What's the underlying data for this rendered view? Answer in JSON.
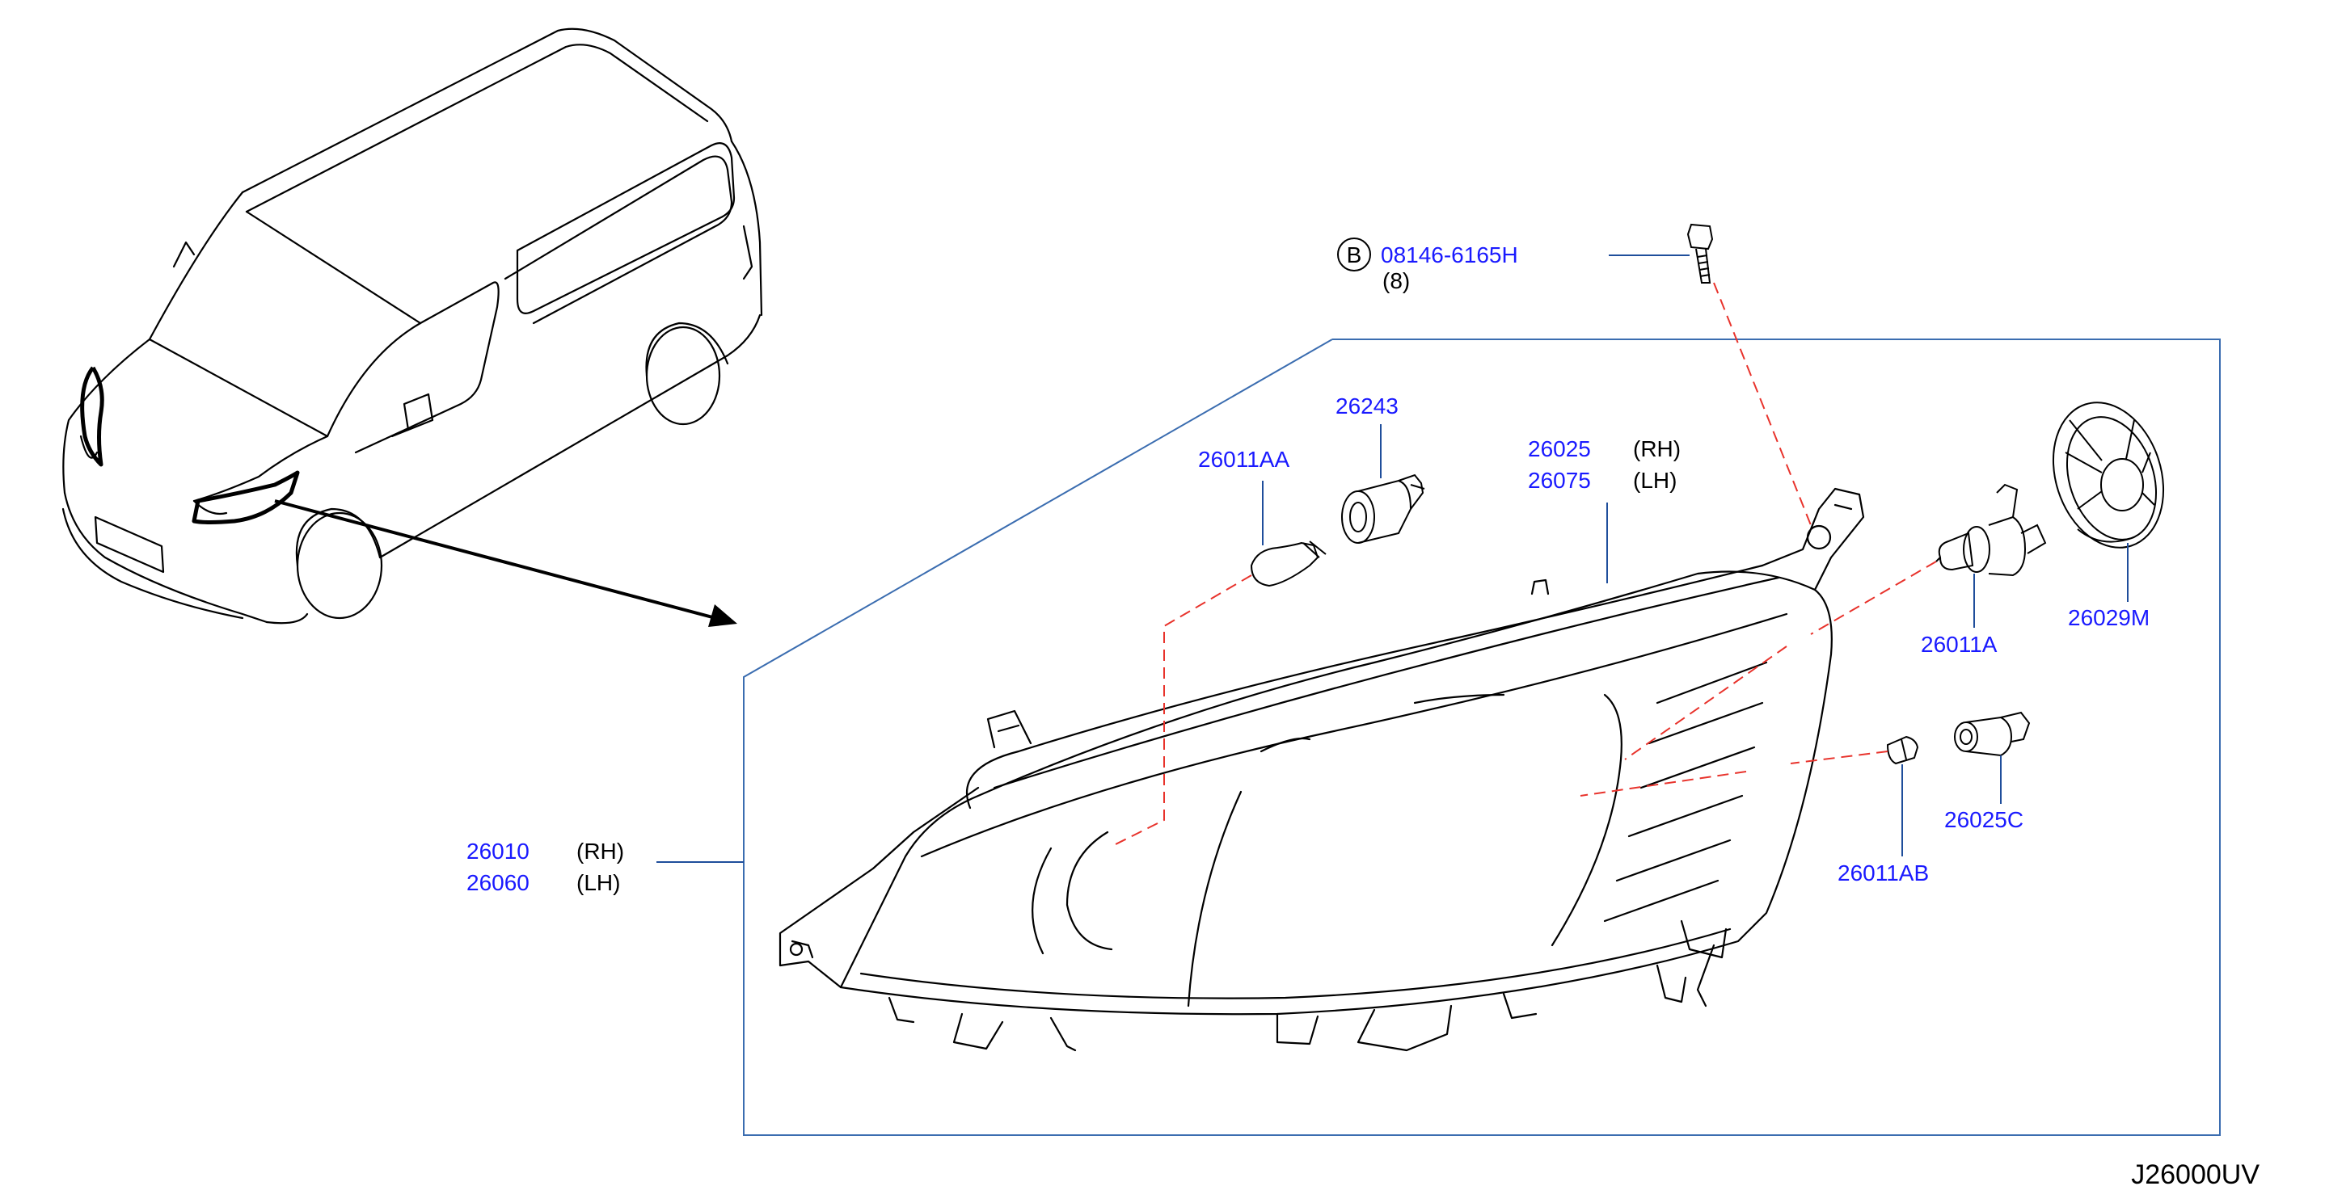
{
  "diagram": {
    "drawing_number": "J26000UV",
    "colors": {
      "part_number": "#1a1aff",
      "leader_line": "#1f4e9b",
      "frame": "#3b6db0",
      "dashed_line": "#e8332c",
      "linework": "#000000"
    },
    "bolt_marker": "B",
    "bolt_part": {
      "number": "08146-6165H",
      "qty": "(8)"
    },
    "parts": {
      "bulb_aa": "26011AA",
      "socket_26243": "26243",
      "harness_rh": "26025",
      "harness_lh": "26075",
      "bulb_a": "26011A",
      "cap": "26029M",
      "bulb_ab": "26011AB",
      "socket_c": "26025C",
      "lamp_rh": "26010",
      "lamp_lh": "26060"
    },
    "side_labels": {
      "rh": "(RH)",
      "lh": "(LH)"
    }
  }
}
